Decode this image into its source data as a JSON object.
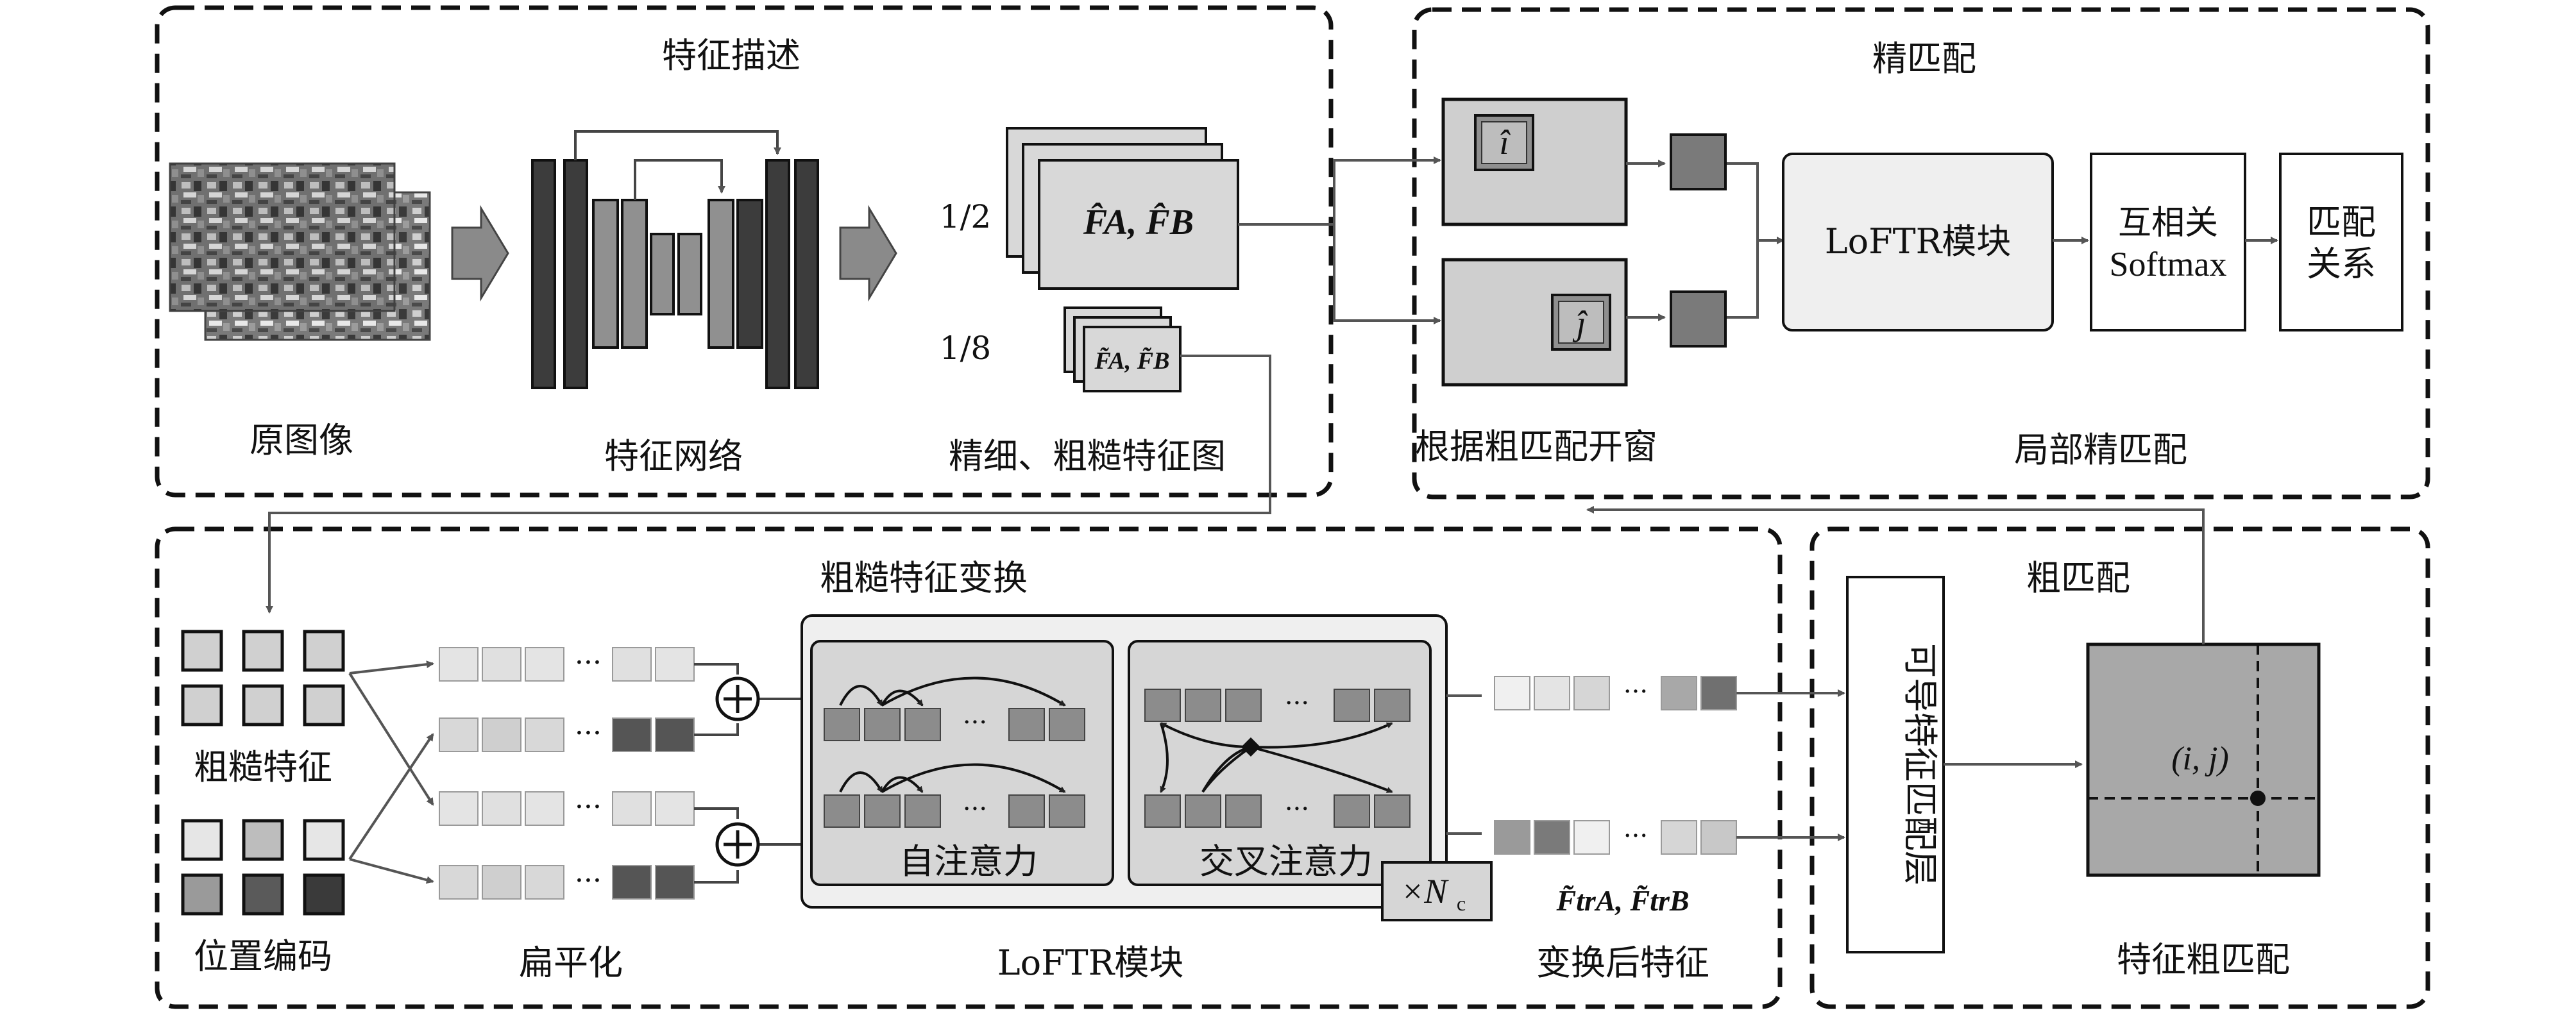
{
  "sections": {
    "feature_description": {
      "title": "特征描述",
      "original_image_label": "原图像",
      "network_label": "特征网络",
      "maps_label": "精细、粗糙特征图",
      "scale_fine": "1/2",
      "scale_coarse": "1/8",
      "fine_map_text": "F̂A, F̂B",
      "coarse_map_text": "F̃A, F̃B"
    },
    "fine_matching": {
      "title": "精匹配",
      "window_label": "根据粗匹配开窗",
      "local_label": "局部精匹配",
      "i_hat": "î",
      "j_hat": "ĵ",
      "loftr_block": "LoFTR模块",
      "softmax_line1": "互相关",
      "softmax_line2": "Softmax",
      "result_line1": "匹配",
      "result_line2": "关系"
    },
    "coarse_transform": {
      "title": "粗糙特征变换",
      "coarse_features_label": "粗糙特征",
      "position_encoding_label": "位置编码",
      "flatten_label": "扁平化",
      "loftr_label": "LoFTR模块",
      "self_attention": "自注意力",
      "cross_attention": "交叉注意力",
      "repeat_text": "×N",
      "repeat_sub": "c",
      "transformed_label": "变换后特征",
      "transformed_math": "F̃trA, F̃trB",
      "ellipsis": "···"
    },
    "coarse_matching": {
      "title": "粗匹配",
      "differentiable_layer": "可导特征匹配层",
      "result_label": "特征粗匹配",
      "point_label": "(i, j)"
    }
  }
}
